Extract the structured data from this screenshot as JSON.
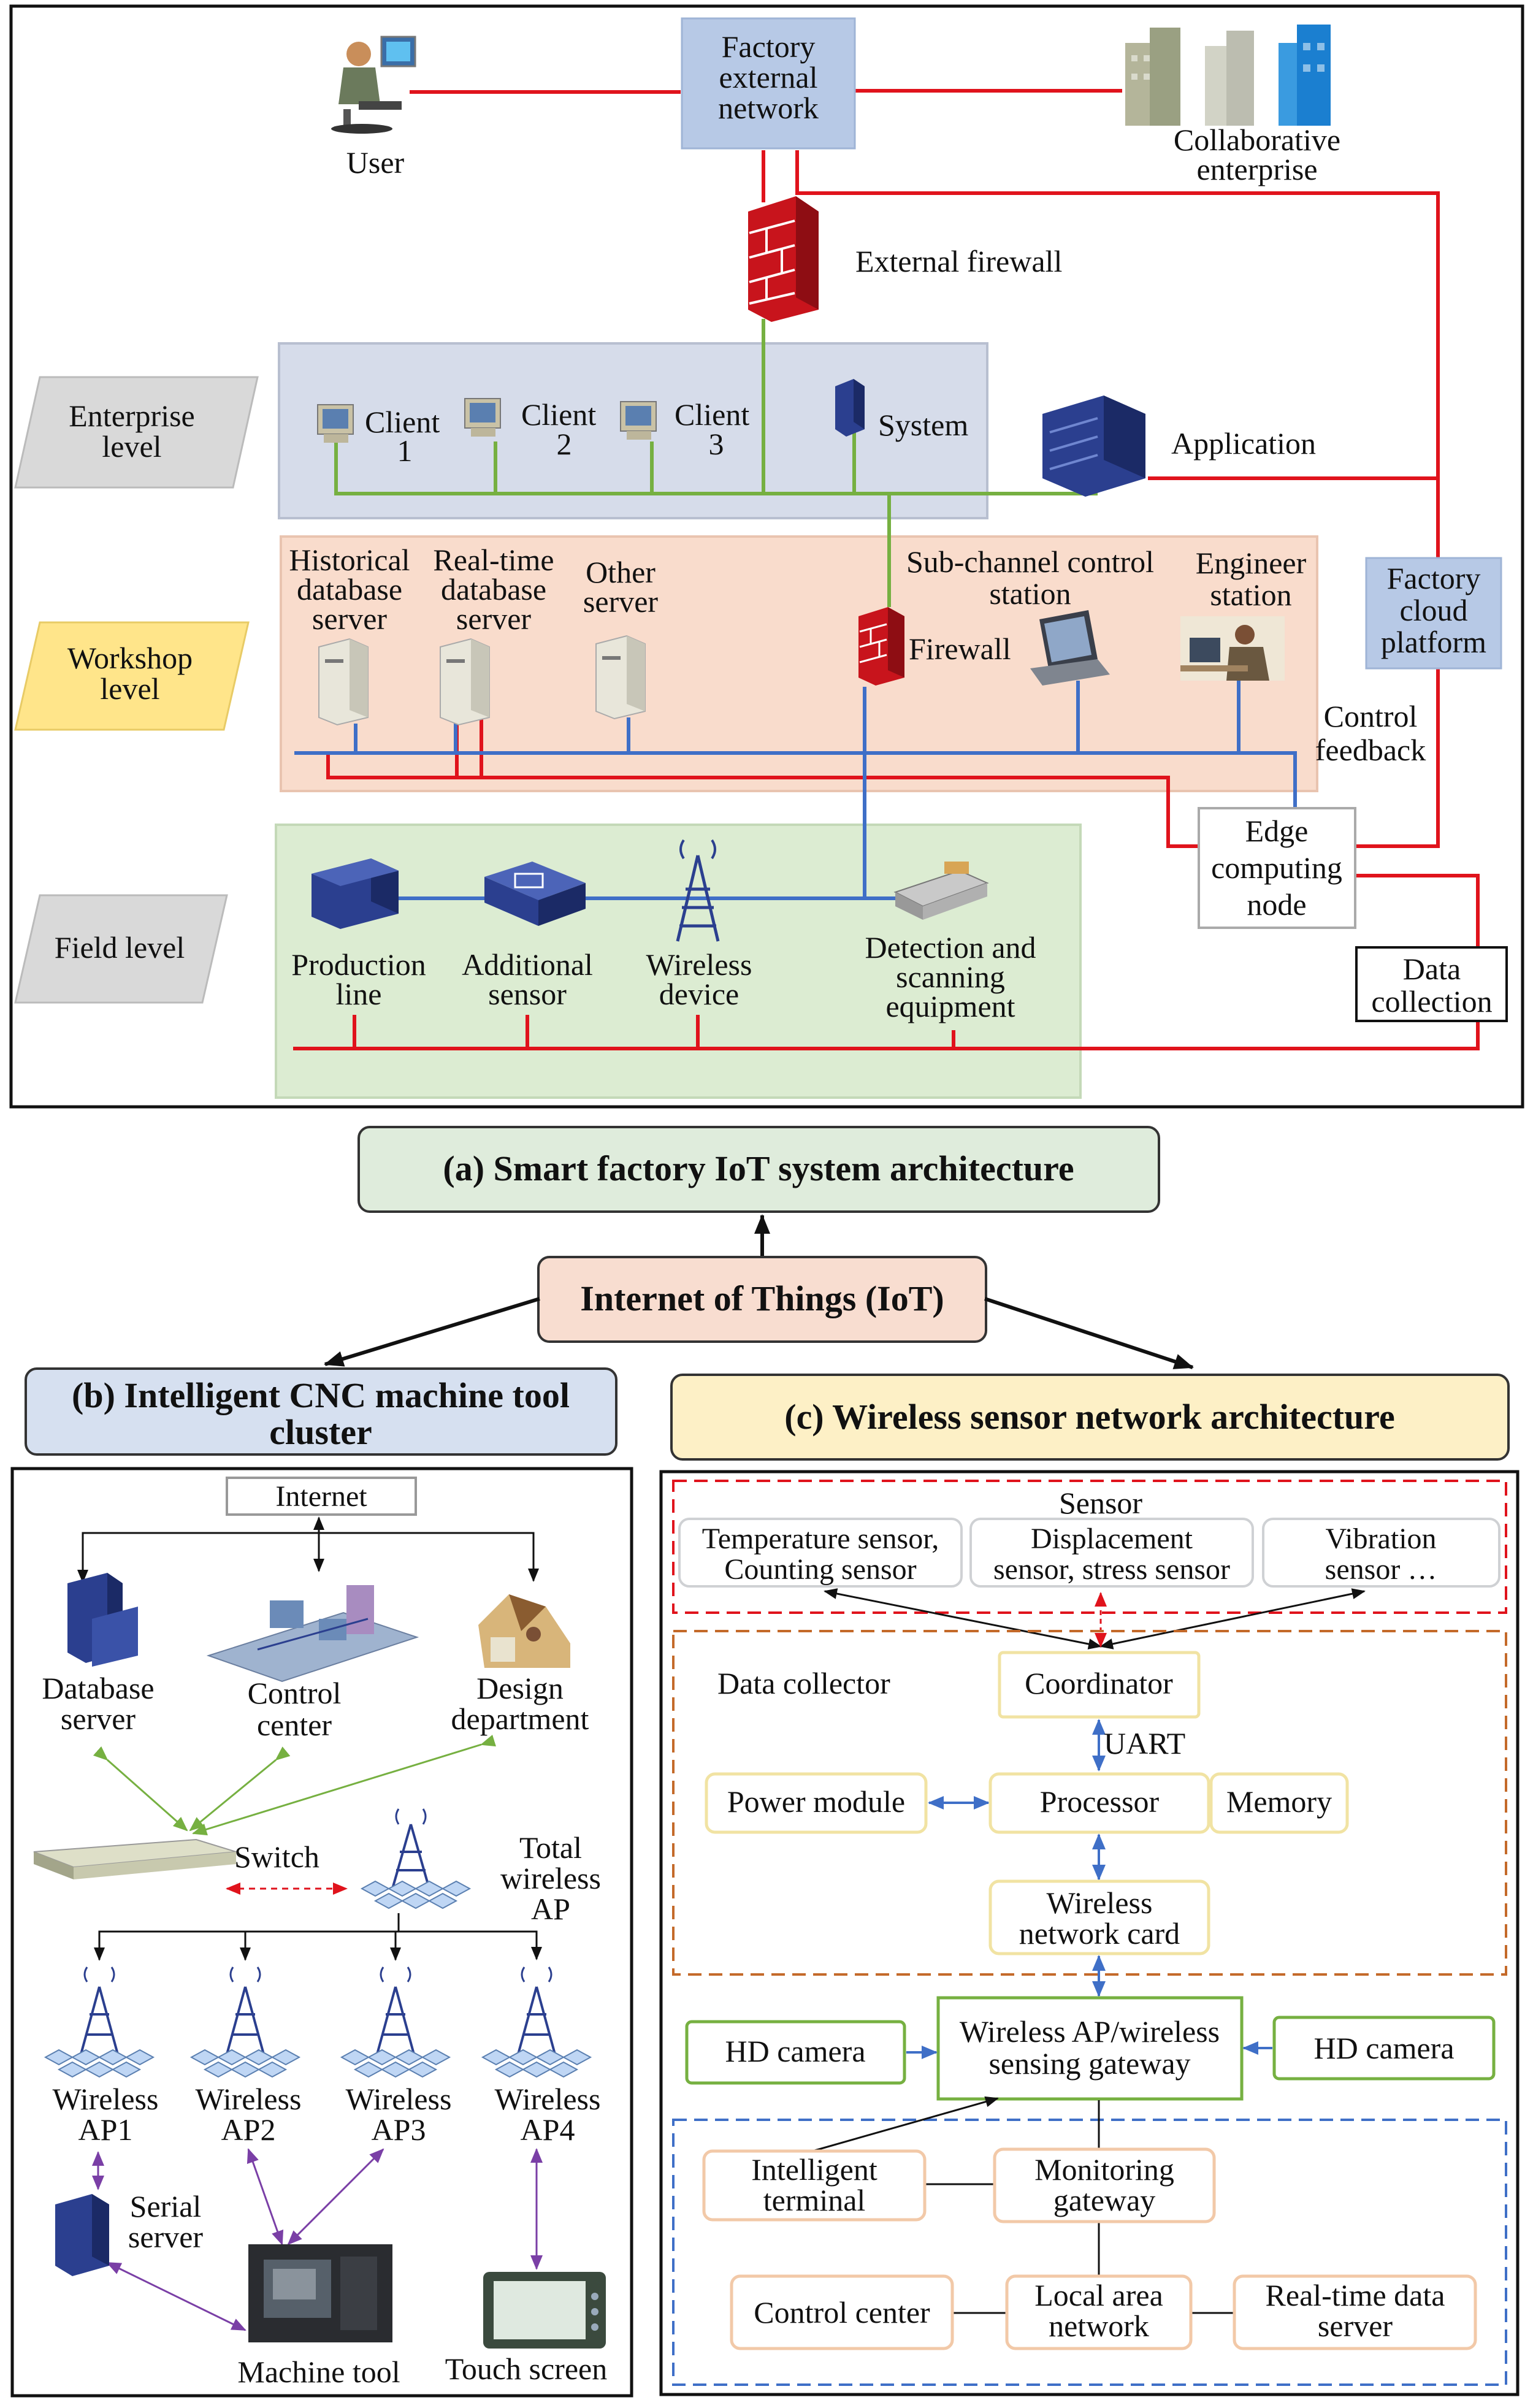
{
  "colors": {
    "red_line": "#e0131c",
    "green_line": "#76b041",
    "blue_line": "#3f6fc7",
    "purple_line": "#7a3fa6",
    "level_gray": "#d9d9d9",
    "level_yellow": "#ffe58a",
    "enterprise_bg": "#d6dcea",
    "workshop_bg": "#f9dccc",
    "field_bg": "#dcecd2",
    "ext_net_bg": "#b7c9e6",
    "cloud_bg": "#b7c9e6",
    "title_a_bg": "#dfecdc",
    "iot_bg": "#f8ddd0",
    "title_b_bg": "#d6e0f0",
    "title_c_bg": "#fdf0c6"
  },
  "panel_a": {
    "factory_external_network": [
      "Factory",
      "external",
      "network"
    ],
    "user": "User",
    "collaborative_enterprise": [
      "Collaborative",
      "enterprise"
    ],
    "external_firewall": "External firewall",
    "levels": {
      "enterprise": [
        "Enterprise",
        "level"
      ],
      "workshop": [
        "Workshop",
        "level"
      ],
      "field": "Field level"
    },
    "enterprise": {
      "client1": [
        "Client",
        "1"
      ],
      "client2": [
        "Client",
        "2"
      ],
      "client3": [
        "Client",
        "3"
      ],
      "system": "System",
      "application": "Application"
    },
    "workshop": {
      "historical": [
        "Historical",
        "database",
        "server"
      ],
      "realtime": [
        "Real-time",
        "database",
        "server"
      ],
      "other": [
        "Other",
        "server"
      ],
      "firewall": "Firewall",
      "subchannel": [
        "Sub-channel control",
        "station"
      ],
      "engineer": [
        "Engineer",
        "station"
      ]
    },
    "factory_cloud_platform": [
      "Factory",
      "cloud",
      "platform"
    ],
    "control_feedback": [
      "Control",
      "feedback"
    ],
    "edge_computing_node": [
      "Edge",
      "computing",
      "node"
    ],
    "data_collection": [
      "Data",
      "collection"
    ],
    "field": {
      "production_line": [
        "Production",
        "line"
      ],
      "additional_sensor": [
        "Additional",
        "sensor"
      ],
      "wireless_device": [
        "Wireless",
        "device"
      ],
      "detection": [
        "Detection and",
        "scanning",
        "equipment"
      ]
    }
  },
  "title_a": "(a) Smart factory IoT system architecture",
  "iot": "Internet of Things (IoT)",
  "title_b": [
    "(b) Intelligent CNC machine tool",
    "cluster"
  ],
  "title_c": "(c) Wireless sensor network architecture",
  "panel_b": {
    "internet": "Internet",
    "database_server": [
      "Database",
      "server"
    ],
    "control_center": [
      "Control",
      "center"
    ],
    "design_department": [
      "Design",
      "department"
    ],
    "switch": "Switch",
    "total_wireless_ap": [
      "Total",
      "wireless",
      "AP"
    ],
    "aps": [
      [
        "Wireless",
        "AP1"
      ],
      [
        "Wireless",
        "AP2"
      ],
      [
        "Wireless",
        "AP3"
      ],
      [
        "Wireless",
        "AP4"
      ]
    ],
    "serial_server": [
      "Serial",
      "server"
    ],
    "machine_tool": "Machine tool",
    "touch_screen": "Touch screen"
  },
  "panel_c": {
    "sensor": "Sensor",
    "temp": [
      "Temperature sensor,",
      "Counting sensor"
    ],
    "disp": [
      "Displacement",
      "sensor, stress sensor"
    ],
    "vib": [
      "Vibration",
      "sensor …"
    ],
    "data_collector": "Data collector",
    "coordinator": "Coordinator",
    "uart": "UART",
    "power_module": "Power module",
    "processor": "Processor",
    "memory": "Memory",
    "wireless_card": [
      "Wireless",
      "network card"
    ],
    "gateway": [
      "Wireless AP/wireless",
      "sensing gateway"
    ],
    "hd_camera_left": "HD camera",
    "hd_camera_right": "HD camera",
    "intelligent_terminal": [
      "Intelligent",
      "terminal"
    ],
    "monitoring_gateway": [
      "Monitoring",
      "gateway"
    ],
    "control_center": "Control center",
    "lan": [
      "Local area",
      "network"
    ],
    "realtime_server": [
      "Real-time data",
      "server"
    ]
  }
}
